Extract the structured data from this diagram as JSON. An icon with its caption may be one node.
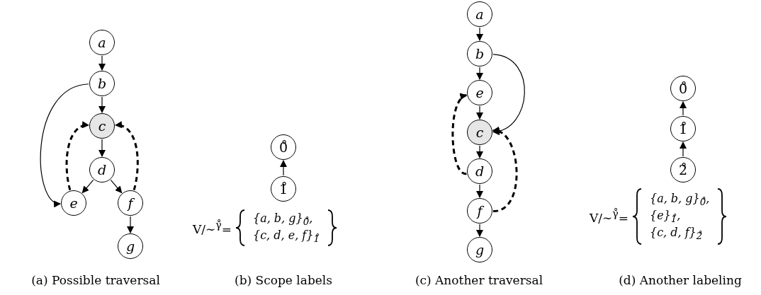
{
  "diagram": {
    "nodes": [
      {
        "text": [
          "a"
        ]
      },
      {
        "text": [
          "b"
        ]
      },
      {
        "text": [
          "c"
        ]
      },
      {
        "text": [
          "d"
        ]
      },
      {
        "text": [
          "e"
        ]
      },
      {
        "text": [
          "f"
        ]
      },
      {
        "text": [
          "g"
        ]
      },
      {
        "text": [
          "0̊"
        ]
      },
      {
        "text": [
          "1̊"
        ]
      },
      {
        "text": [
          "a"
        ]
      },
      {
        "text": [
          "b"
        ]
      },
      {
        "text": [
          "e"
        ]
      },
      {
        "text": [
          "c"
        ]
      },
      {
        "text": [
          "d"
        ]
      },
      {
        "text": [
          "f"
        ]
      },
      {
        "text": [
          "g"
        ]
      },
      {
        "text": [
          "0̊"
        ]
      },
      {
        "text": [
          "1̊"
        ]
      },
      {
        "text": [
          "2̊"
        ]
      }
    ],
    "edges": [
      {
        "from": 0,
        "to": 1,
        "arrow": "to"
      },
      {
        "from": 1,
        "to": 2,
        "arrow": "to"
      },
      {
        "from": 1,
        "to": 4,
        "arrow": "to"
      },
      {
        "from": 2,
        "to": 3,
        "arrow": "to"
      },
      {
        "from": 3,
        "to": 4,
        "arrow": "to"
      },
      {
        "from": 3,
        "to": 5,
        "arrow": "to"
      },
      {
        "from": 4,
        "to": 2,
        "arrow": "to",
        "style": "dashed"
      },
      {
        "from": 5,
        "to": 2,
        "arrow": "to",
        "style": "dashed"
      },
      {
        "from": 5,
        "to": 6,
        "arrow": "to"
      },
      {
        "from": 8,
        "to": 7,
        "arrow": "to"
      },
      {
        "from": 9,
        "to": 10,
        "arrow": "to"
      },
      {
        "from": 10,
        "to": 11,
        "arrow": "to"
      },
      {
        "from": 10,
        "to": 12,
        "arrow": "to"
      },
      {
        "from": 11,
        "to": 12,
        "arrow": "to"
      },
      {
        "from": 12,
        "to": 13,
        "arrow": "to"
      },
      {
        "from": 13,
        "to": 14,
        "arrow": "to"
      },
      {
        "from": 14,
        "to": 15,
        "arrow": "to"
      },
      {
        "from": 13,
        "to": 11,
        "arrow": "to",
        "style": "dashed"
      },
      {
        "from": 14,
        "to": 12,
        "arrow": "to",
        "style": "dashed"
      },
      {
        "from": 17,
        "to": 16,
        "arrow": "to"
      },
      {
        "from": 18,
        "to": 17,
        "arrow": "to"
      }
    ],
    "labels": [
      "V/∼$^{γ̊}$=",
      "{a, b, g}$_{0̊}$,",
      "{c, d, e, f}$_{1̊}$",
      "V/∼$^{γ̊}$=",
      "{a, b, g}$_{0̊}$,",
      "{e}$_{1̊}$,",
      "{c, d, f}$_{2̊}$",
      "(a) Possible traversal",
      "(b) Scope labels",
      "(c) Another traversal",
      "(d) Another labeling"
    ]
  }
}
